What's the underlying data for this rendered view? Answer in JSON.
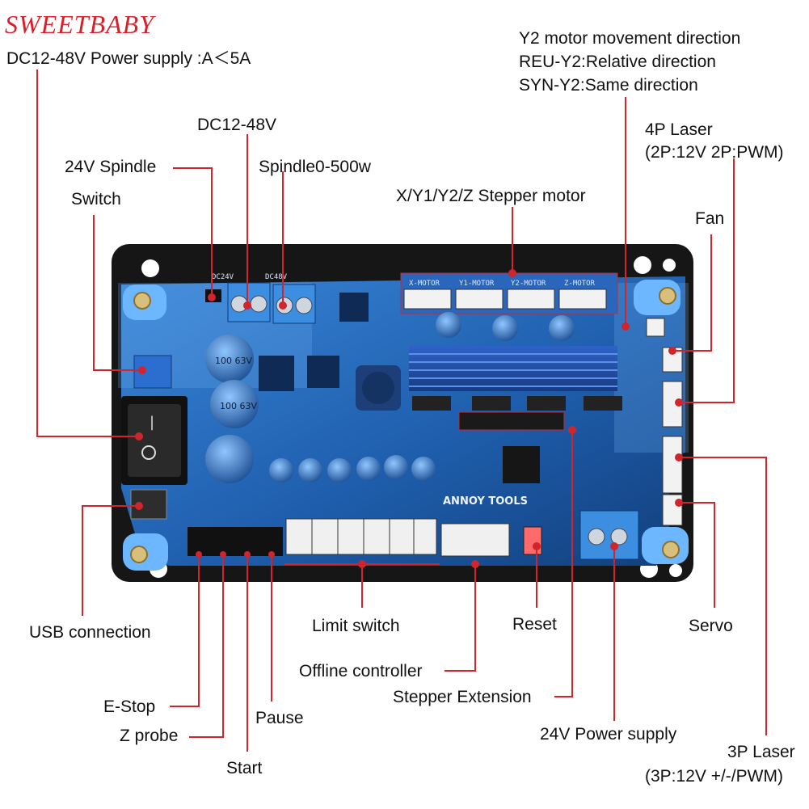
{
  "brand": "SWEETBABY",
  "labels": {
    "power_main": "DC12-48V Power supply :A＜5A",
    "dc_input": "DC12-48V",
    "spindle_24v": "24V Spindle",
    "switch": "Switch",
    "spindle_power": "Spindle0-500w",
    "y2_direction": "Y2 motor movement direction",
    "reu_y2": "REU-Y2:Relative direction",
    "syn_y2": "SYN-Y2:Same direction",
    "laser_4p_title": "4P Laser",
    "laser_4p_detail": "(2P:12V 2P:PWM)",
    "stepper_motor": "X/Y1/Y2/Z Stepper motor",
    "fan": "Fan",
    "usb": "USB connection",
    "limit_switch": "Limit switch",
    "reset": "Reset",
    "servo": "Servo",
    "offline_controller": "Offline controller",
    "stepper_extension": "Stepper Extension",
    "estop": "E-Stop",
    "pause": "Pause",
    "zprobe": "Z probe",
    "power_24v": "24V Power supply",
    "start": "Start",
    "laser_3p_title": "3P Laser",
    "laser_3p_detail": "(3P:12V +/-/PWM)"
  },
  "board": {
    "motor_headers": [
      "X-MOTOR",
      "Y1-MOTOR",
      "Y2-MOTOR",
      "Z-MOTOR"
    ],
    "capacitor_labels": [
      "100 63V",
      "100 63V"
    ],
    "logo": "ANNOY TOOLS",
    "terminal_labels": [
      "DC24V",
      "DC48V"
    ]
  },
  "colors": {
    "accent_line": "#d0252c",
    "brand": "#d81f2a",
    "board_base": "#1f5fae",
    "board_frame": "#161616",
    "acrylic": "#4f9be6"
  }
}
